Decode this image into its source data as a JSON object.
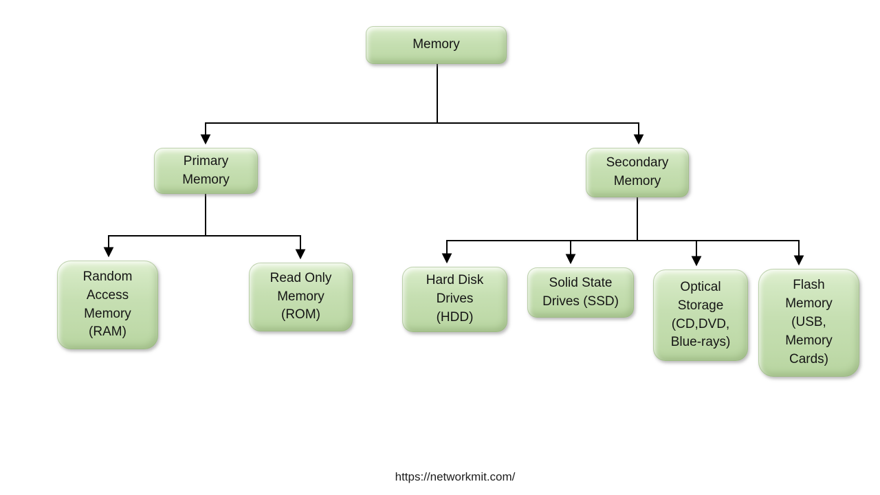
{
  "diagram": {
    "type": "tree",
    "nodes": {
      "memory": {
        "label": "Memory"
      },
      "primary": {
        "label": "Primary\nMemory"
      },
      "secondary": {
        "label": "Secondary\nMemory"
      },
      "ram": {
        "label": "Random\nAccess\nMemory\n(RAM)"
      },
      "rom": {
        "label": "Read Only\nMemory\n(ROM)"
      },
      "hdd": {
        "label": "Hard Disk\nDrives\n(HDD)"
      },
      "ssd": {
        "label": "Solid State\nDrives (SSD)"
      },
      "optical": {
        "label": "Optical\nStorage\n(CD,DVD,\nBlue-rays)"
      },
      "flash": {
        "label": "Flash\nMemory\n(USB,\nMemory\nCards)"
      }
    },
    "edges": [
      {
        "from": "memory",
        "to": "primary"
      },
      {
        "from": "memory",
        "to": "secondary"
      },
      {
        "from": "primary",
        "to": "ram"
      },
      {
        "from": "primary",
        "to": "rom"
      },
      {
        "from": "secondary",
        "to": "hdd"
      },
      {
        "from": "secondary",
        "to": "ssd"
      },
      {
        "from": "secondary",
        "to": "optical"
      },
      {
        "from": "secondary",
        "to": "flash"
      }
    ],
    "colors": {
      "node_fill": "#c6dfb2",
      "node_highlight": "#e2f1d3",
      "node_edge_dark": "#9cc083",
      "connector": "#000000",
      "text": "#151515",
      "background": "#ffffff"
    }
  },
  "footer": {
    "url_text": "https://networkmit.com/"
  }
}
